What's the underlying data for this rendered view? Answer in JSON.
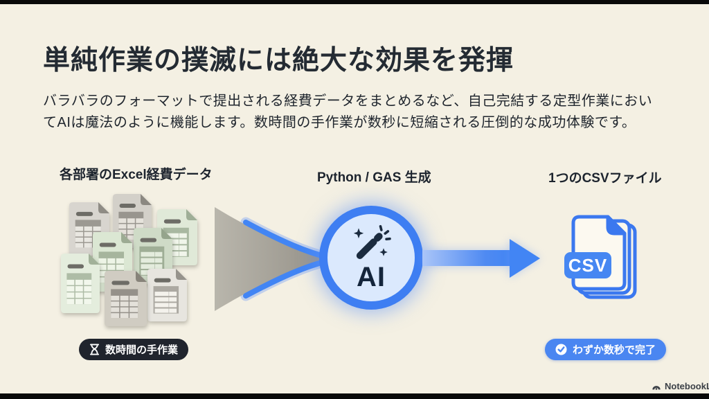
{
  "slide": {
    "title": "単純作業の撲滅には絶大な効果を発揮",
    "body_line1": "バラバラのフォーマットで提出される経費データをまとめるなど、自己完結する定型作業におい",
    "body_line2": "てAIは魔法のように機能します。数時間の手作業が数秒に短縮される圧倒的な成功体験です。"
  },
  "diagram": {
    "left_column": {
      "label": "各部署のExcel経費データ",
      "badge": "数時間の手作業"
    },
    "center_column": {
      "label": "Python / GAS 生成",
      "ai_label": "AI"
    },
    "right_column": {
      "label": "1つのCSVファイル",
      "file_type_label": "CSV",
      "badge": "わずか数秒で完了"
    }
  },
  "footer": {
    "brand": "NotebookLM"
  },
  "colors": {
    "background": "#f4f0e3",
    "accent_blue": "#4285f4",
    "circle_fill": "#dbe9fd",
    "dark_badge": "#20242d",
    "ink": "#242b33",
    "funnel_gray": "#a5a197"
  }
}
